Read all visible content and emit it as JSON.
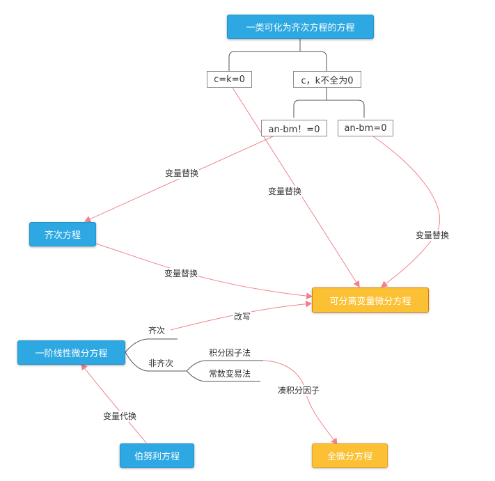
{
  "nodes": {
    "root": "一类可化为齐次方程的方程",
    "c_k_zero": "c=k=0",
    "c_k_not_all_zero": "c，k不全为0",
    "an_bm_nonzero": "an-bm！=0",
    "an_bm_zero": "an-bm=0",
    "homogeneous": "齐次方程",
    "separable": "可分离变量微分方程",
    "first_order_linear": "一阶线性微分方程",
    "bernoulli": "伯努利方程",
    "exact": "全微分方程"
  },
  "branches": {
    "homogeneous_branch": "齐次",
    "nonhomogeneous_branch": "非齐次",
    "integrating_factor_method": "积分因子法",
    "variation_of_constants": "常数变易法"
  },
  "edge_labels": {
    "sub_to_homogeneous": "变量替换",
    "sub_ck_to_separable": "变量替换",
    "sub_anbm_to_separable": "变量替换",
    "sub_homogeneous_to_separable": "变量替换",
    "rewrite": "改写",
    "integrating_factor": "凑积分因子",
    "substitution": "变量代换"
  },
  "colors": {
    "blue": "#2ea8e3",
    "orange": "#fbc033",
    "arrow": "#f0828c",
    "connector": "#555555"
  }
}
